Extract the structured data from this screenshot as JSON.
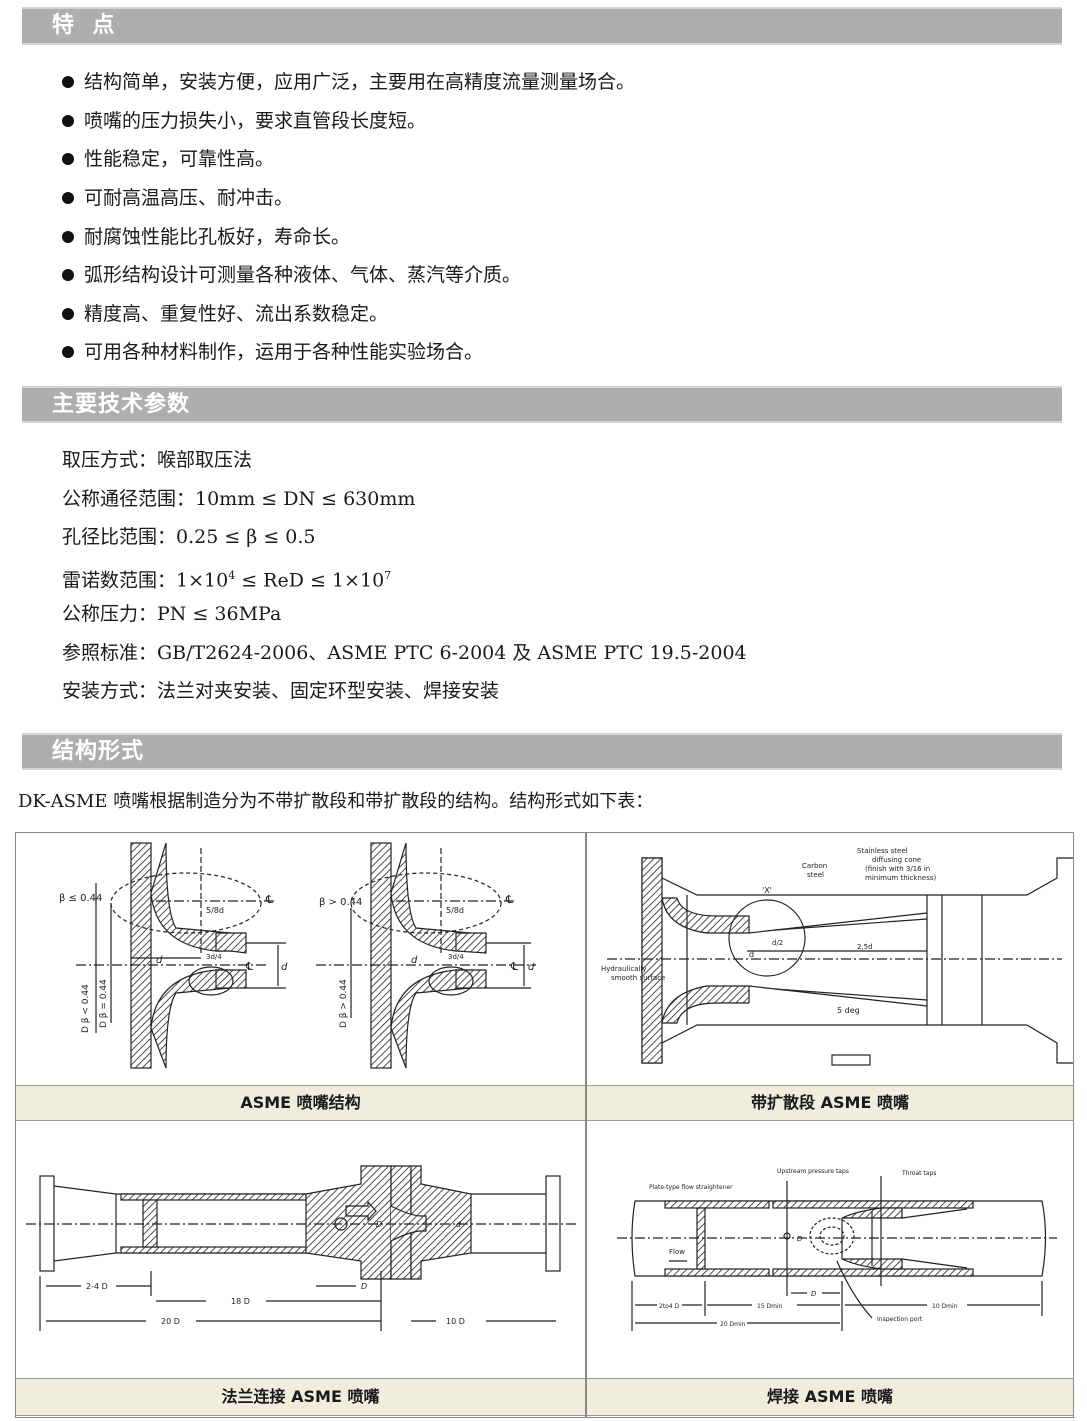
{
  "sections": {
    "features_title": "特  点",
    "params_title": "主要技术参数",
    "structure_title": "结构形式"
  },
  "features": [
    "结构简单，安装方便，应用广泛，主要用在高精度流量测量场合。",
    "喷嘴的压力损失小，要求直管段长度短。",
    "性能稳定，可靠性高。",
    "可耐高温高压、耐冲击。",
    "耐腐蚀性能比孔板好，寿命长。",
    "弧形结构设计可测量各种液体、气体、蒸汽等介质。",
    "精度高、重复性好、流出系数稳定。",
    "可用各种材料制作，运用于各种性能实验场合。"
  ],
  "params": {
    "p1": "取压方式：喉部取压法",
    "p2": "公称通径范围：10mm ≤ DN ≤ 630mm",
    "p3": "孔径比范围：0.25 ≤ β ≤ 0.5",
    "p4_a": "雷诺数范围：1×10",
    "p4_exp1": "4",
    "p4_b": " ≤ ReD ≤ 1×10",
    "p4_exp2": "7",
    "p5": "公称压力：PN ≤ 36MPa",
    "p6": "参照标准：GB/T2624-2006、ASME PTC 6-2004 及 ASME PTC 19.5-2004",
    "p7": "安装方式：法兰对夹安装、固定环型安装、焊接安装"
  },
  "intro": "DK-ASME 喷嘴根据制造分为不带扩散段和带扩散段的结构。结构形式如下表：",
  "figures": [
    {
      "caption": "ASME 喷嘴结构",
      "labels": {
        "beta_lt": "β ≤ 0.44",
        "beta_gt": "β > 0.44",
        "dim_d": "d",
        "frac": "5/8d",
        "cl": "℄",
        "three_d4": "3d/4",
        "dl1": "D  β < 0.44",
        "dl2": "D  β = 0.44",
        "dl3": "D  β > 0.44"
      }
    },
    {
      "caption": "带扩散段 ASME 喷嘴",
      "labels": {
        "stainless": "Stainless steel",
        "cone": "diffusing cone",
        "finish": "(finish with 3/16 in",
        "min": "minimum thickness)",
        "carbon": "Carbon",
        "steel": "steel",
        "x": "'X'",
        "hyd1": "Hydraulically",
        "hyd2": "smooth surface",
        "d2": "d/2",
        "d": "d",
        "d25": "2,5d",
        "deg": "5 deg"
      }
    },
    {
      "caption": "法兰连接 ASME 喷嘴",
      "labels": {
        "l24": "2-4 D",
        "l18": "18 D",
        "l20": "20 D",
        "l10": "10 D",
        "D": "D",
        "d": "d"
      }
    },
    {
      "caption": "焊接 ASME 喷嘴",
      "labels": {
        "ups": "Upstream pressure taps",
        "throat": "Throat taps",
        "straight": "Plate-type flow straightener",
        "flow": "Flow",
        "D": "D",
        "l24": "2to4 D",
        "l15": "15 Dmin",
        "l10": "10 Dmin",
        "l20": "20 Dmin",
        "insp": "Inspection port"
      }
    }
  ]
}
